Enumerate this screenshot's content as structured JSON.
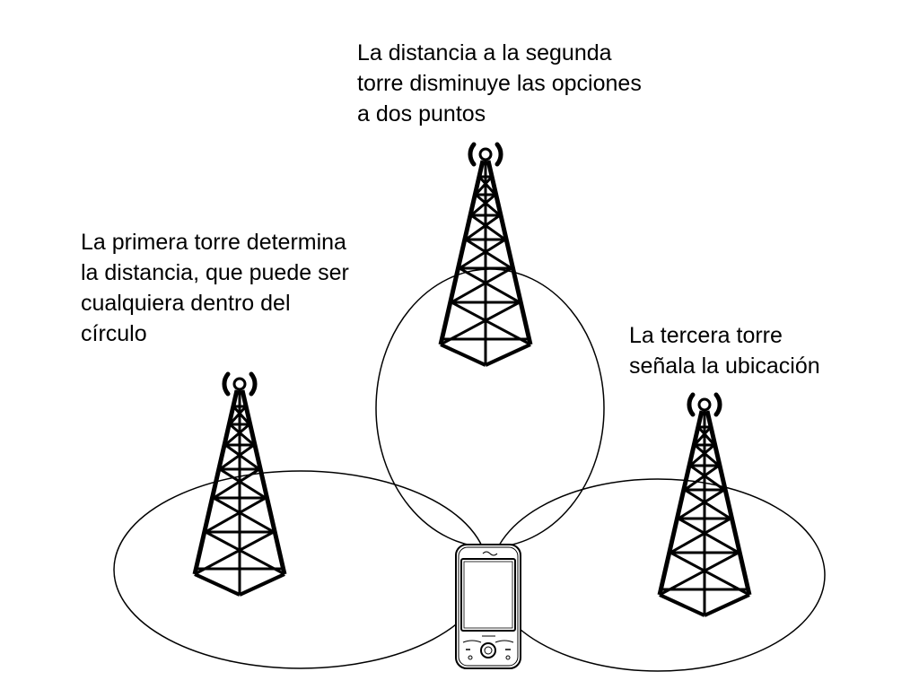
{
  "captions": {
    "second_tower": [
      "La distancia a la segunda",
      "torre disminuye las opciones",
      "a dos puntos"
    ],
    "first_tower": [
      "La primera torre determina",
      "la distancia, que puede ser",
      "cualquiera dentro del",
      "círculo"
    ],
    "third_tower": [
      "La tercera torre",
      "señala la ubicación"
    ]
  },
  "icons": {
    "tower": "radio-tower-icon",
    "signal": "signal-waves-icon",
    "phone": "mobile-phone-icon"
  },
  "colors": {
    "line": "#000000",
    "background": "#ffffff",
    "phone_screen": "#ffffff"
  }
}
